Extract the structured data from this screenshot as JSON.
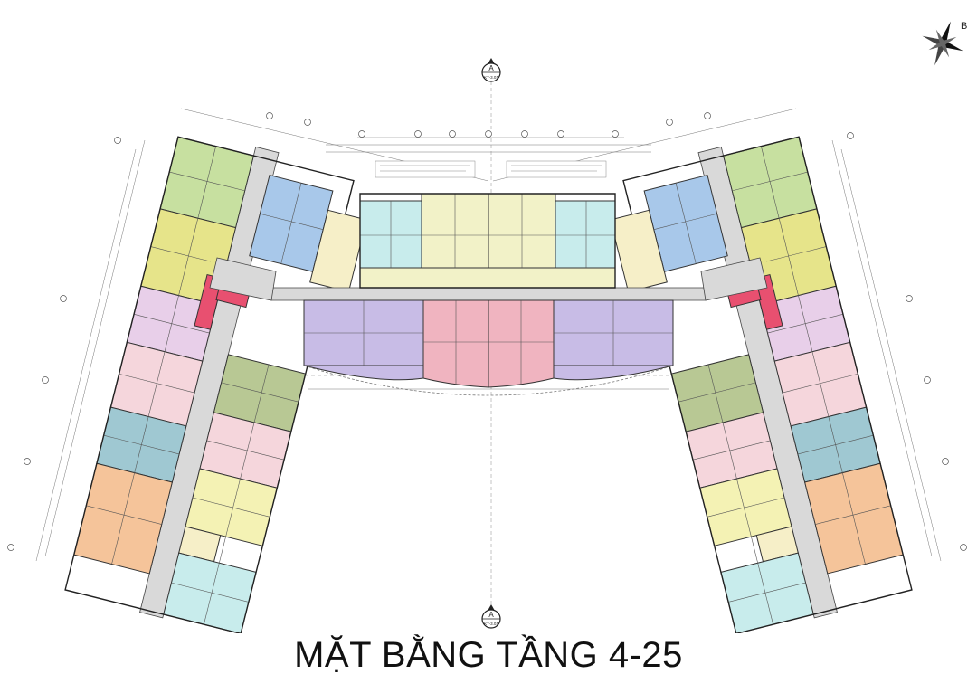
{
  "title": "MẶT BẰNG TẦNG 4-25",
  "compass": {
    "north_letter": "B"
  },
  "section_marker": {
    "letter": "A",
    "sheet": "KT-3.01"
  },
  "colors": {
    "green": "#c7e0a0",
    "yellow": "#e6e48a",
    "blue": "#a8c8ea",
    "cyan": "#c8ecec",
    "lightyellow": "#f2f2c8",
    "pink": "#f0b4c0",
    "purple": "#c8bce6",
    "lavender": "#e8cfe9",
    "lightpink": "#f5d6dc",
    "teal": "#9fc8d2",
    "orange": "#f5c49a",
    "olive": "#b8c894",
    "paleyellow": "#f4f2b4",
    "red": "#e85070",
    "stair": "#f6efc8",
    "corridor": "#d9d9d9"
  }
}
